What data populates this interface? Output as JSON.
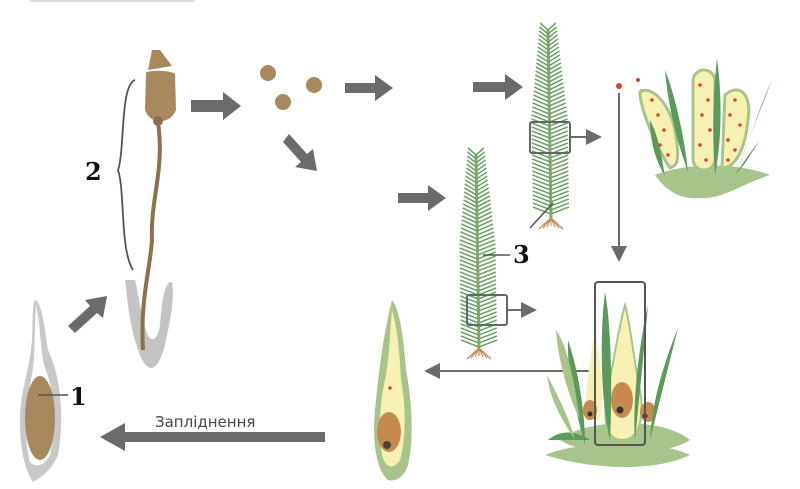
{
  "title": "Moss life cycle",
  "labels": {
    "zygote": "1",
    "sporophyte": "2",
    "gametophyte": "3",
    "fertilization": "Запліднення"
  },
  "colors": {
    "arrow": "#6b6b6b",
    "capsule": "#a8895e",
    "leaf_dark": "#5a9a5a",
    "leaf_light": "#a8c48a",
    "organ_yellow": "#f7f2b4",
    "sperm_red": "#d9442b",
    "egg_brown": "#c68a4e",
    "foot_gray": "#c4c4c4"
  }
}
